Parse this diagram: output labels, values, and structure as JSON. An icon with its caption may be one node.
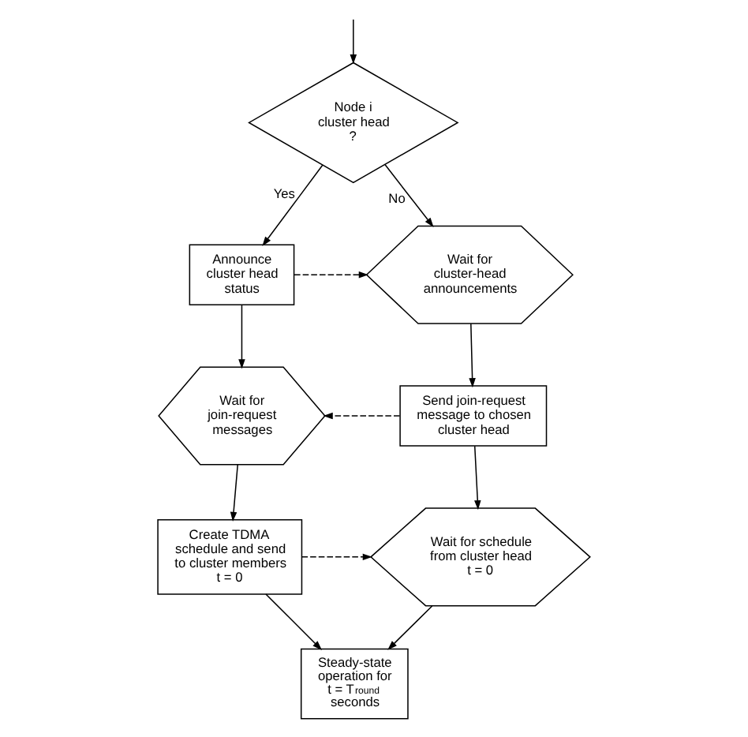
{
  "diagram": {
    "nodes": [
      {
        "text": [
          "Node i cluster head ?"
        ]
      },
      {
        "text": [
          "Announce cluster head status"
        ]
      },
      {
        "text": [
          "Wait for cluster-head announcements"
        ]
      },
      {
        "text": [
          "Wait for join-request messages"
        ]
      },
      {
        "text": [
          "Send join-request message to chosen cluster head"
        ]
      },
      {
        "text": [
          "Create TDMA schedule and send to cluster members t = 0"
        ]
      },
      {
        "text": [
          "Wait for schedule from cluster head t = 0"
        ]
      },
      {
        "text": [
          "Steady-state operation for t = T$_{round}$ seconds"
        ]
      }
    ],
    "edges": [
      {
        "from": null,
        "to": 0,
        "arrow": "to"
      },
      {
        "from": 0,
        "to": 1,
        "arrow": "to",
        "label": "Yes"
      },
      {
        "from": 0,
        "to": 2,
        "arrow": "to",
        "label": "No"
      },
      {
        "from": 1,
        "to": 2,
        "arrow": "to",
        "style": "dashed"
      },
      {
        "from": 1,
        "to": 3,
        "arrow": "to"
      },
      {
        "from": 2,
        "to": 4,
        "arrow": "to"
      },
      {
        "from": 4,
        "to": 3,
        "arrow": "to",
        "style": "dashed"
      },
      {
        "from": 3,
        "to": 5,
        "arrow": "to"
      },
      {
        "from": 4,
        "to": 6,
        "arrow": "to"
      },
      {
        "from": 5,
        "to": 6,
        "arrow": "to",
        "style": "dashed"
      },
      {
        "from": 5,
        "to": 7,
        "arrow": "to"
      },
      {
        "from": 6,
        "to": 7,
        "arrow": "to"
      }
    ]
  }
}
